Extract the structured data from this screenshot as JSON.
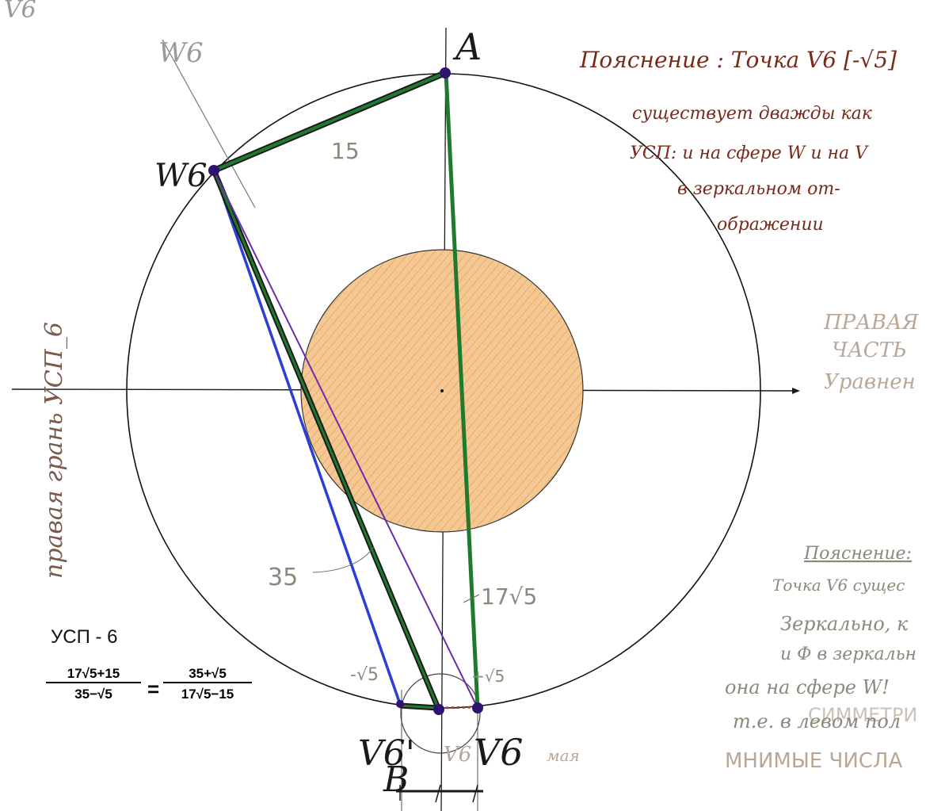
{
  "title": "УСП - 6",
  "formula": {
    "left_num": "17√5+15",
    "left_den": "35−√5",
    "equals": "=",
    "right_num": "35+√5",
    "right_den": "17√5−15"
  },
  "points": {
    "A": "A",
    "W6": "W6",
    "V6_left": "V6'",
    "V6_right": "V6",
    "V6_small": "V6",
    "B": "B",
    "W6_top": "W6",
    "V6_corner": "V6"
  },
  "lengths": {
    "l15": "15",
    "l35": "35",
    "l17r5": "17√5",
    "neg_r5": "-√5",
    "pos_r5": "+√5"
  },
  "notes": {
    "top_right": [
      "Пояснение : Точка V6 [-√5]",
      "существует дважды как",
      "УСП: и на сфере W и на V",
      "в зеркальном от-",
      "ображении"
    ],
    "left_vertical": "правая грань УСП_6",
    "right_faint": [
      "ПРАВАЯ",
      "ЧАСТЬ",
      "Уравнен"
    ],
    "bottom_right": [
      "Пояснение:",
      "Точка V6 сущес",
      "Зеркально, к",
      "и Ф в зеркальн",
      "она на сфере W!",
      "т.е. в левом пол",
      "МНИМЫЕ ЧИСЛА"
    ],
    "faint_overlay": "СИММЕТРИ",
    "bottom_mid": "мая"
  },
  "colors": {
    "green": "#1f7a2e",
    "blue": "#2b3fd6",
    "purple": "#6a2ab0",
    "sphere_fill": "#f3c58e",
    "point": "#2c1470",
    "ink": "#1a1a1a"
  }
}
